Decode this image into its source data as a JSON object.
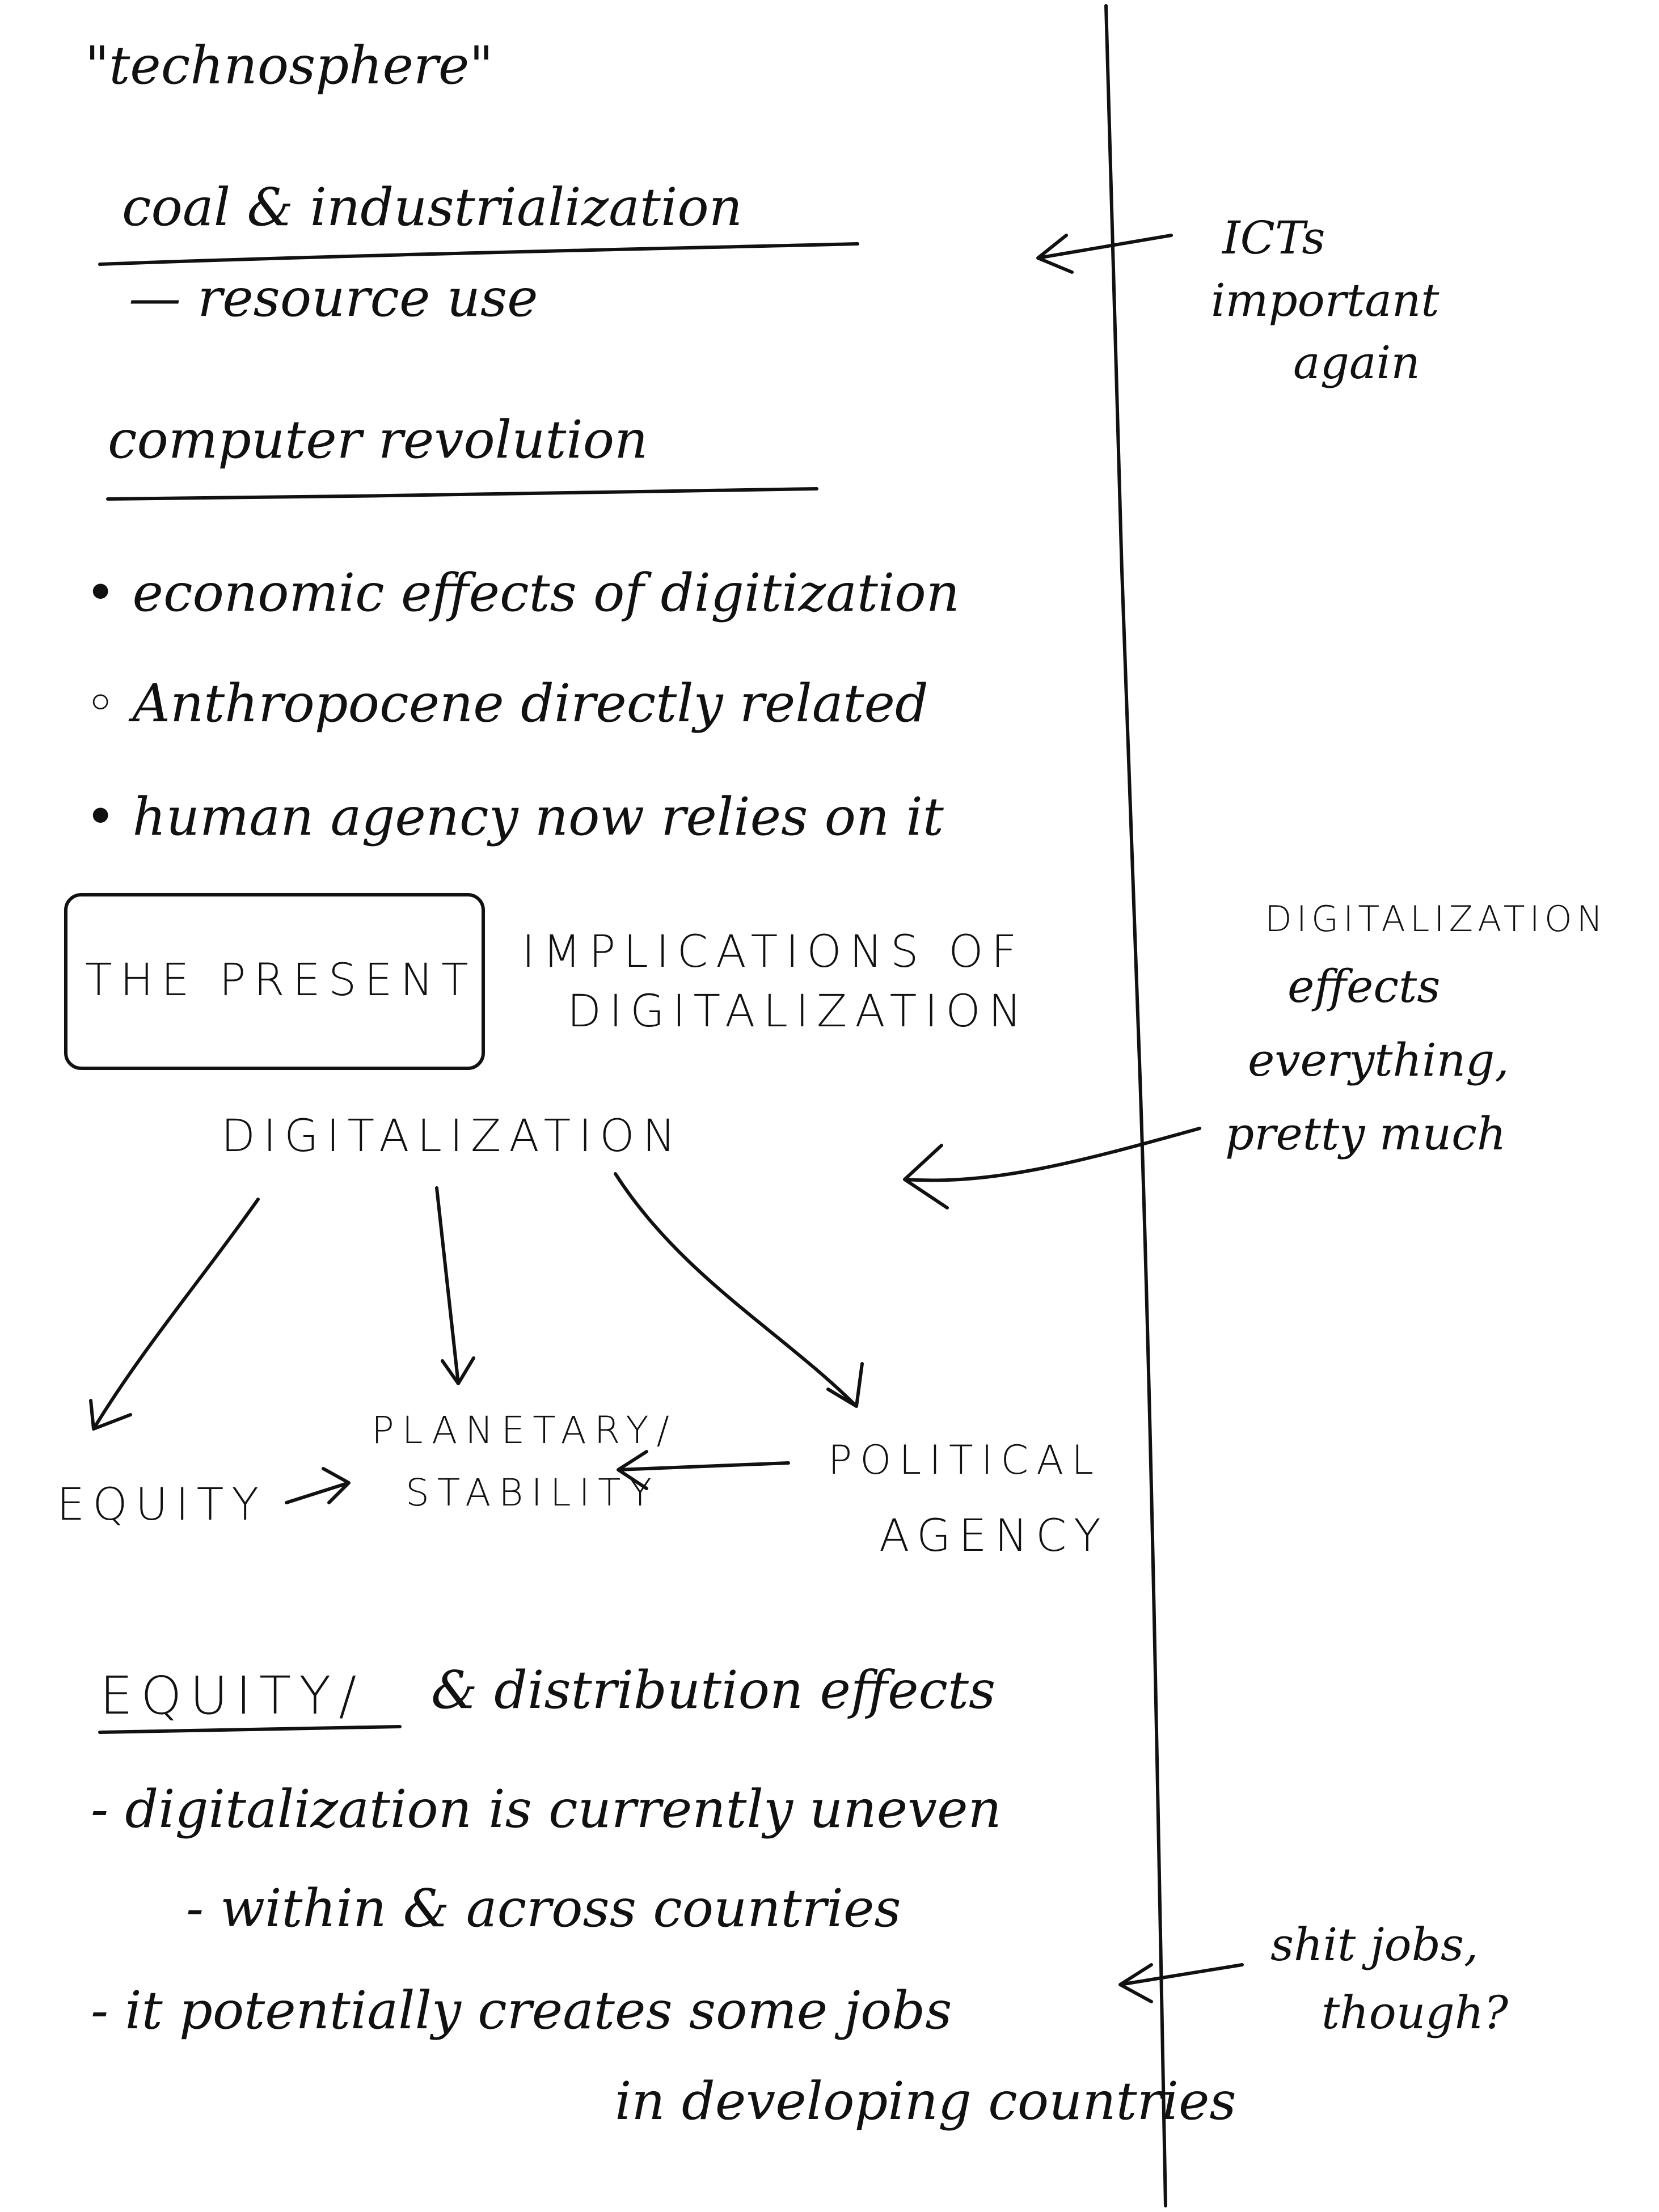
{
  "notes": {
    "technosphere": "\"technosphere\"",
    "coal_heading": "coal & industrialization",
    "resource_use": "— resource use",
    "computer_heading": "computer revolution",
    "bullets": [
      "• economic effects of digitization",
      "◦ Anthropocene directly related",
      "• human agency now relies on it"
    ],
    "present_box": "THE PRESENT",
    "implications_line1": "IMPLICATIONS OF",
    "implications_line2": "DIGITALIZATION",
    "diagram": {
      "root": "DIGITALIZATION",
      "equity": "EQUITY",
      "planetary_line1": "PLANETARY/",
      "planetary_line2": "STABILITY",
      "political_line1": "POLITICAL",
      "political_line2": "AGENCY"
    },
    "equity_heading": "EQUITY/",
    "equity_heading_rest": "& distribution effects",
    "equity_points": [
      "- digitalization is currently uneven",
      "- within & across countries",
      "- it potentially creates some jobs",
      "in developing countries"
    ]
  },
  "margin_notes": {
    "icts_line1": "ICTs",
    "icts_line2": "important",
    "icts_line3": "again",
    "digi_line1": "DIGITALIZATION",
    "digi_line2": "effects",
    "digi_line3": "everything,",
    "digi_line4": "pretty much",
    "jobs_line1": "shit jobs,",
    "jobs_line2": "though?"
  }
}
